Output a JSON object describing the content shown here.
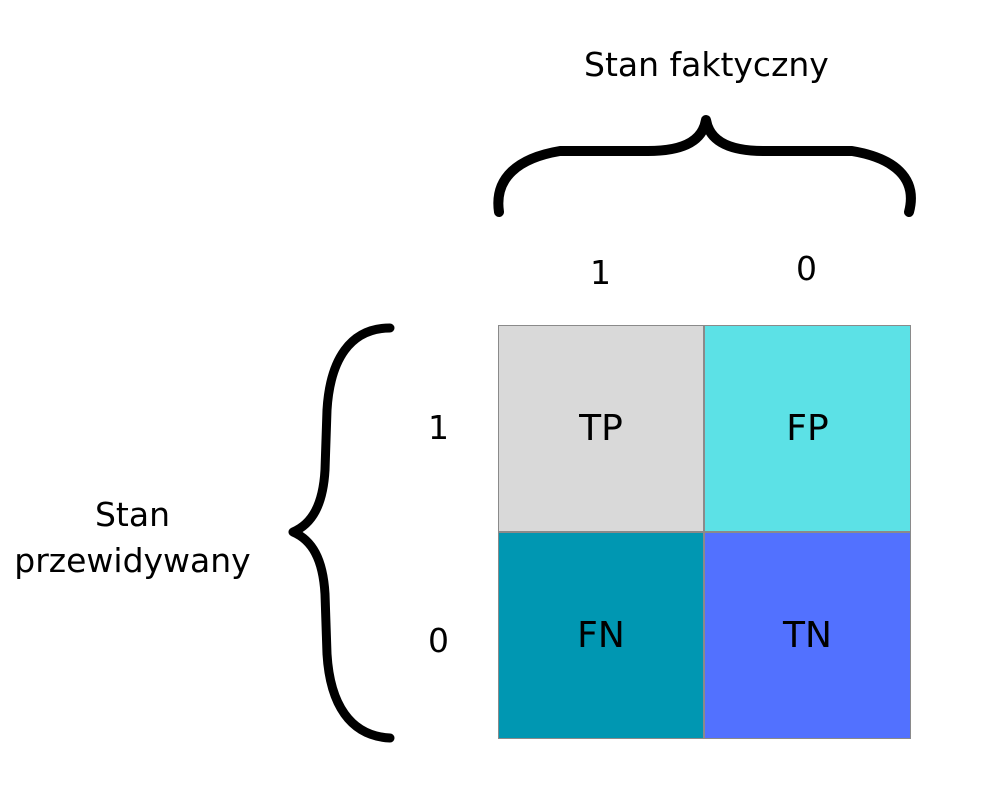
{
  "actual_axis": {
    "title": "Stan faktyczny",
    "classes": [
      "1",
      "0"
    ]
  },
  "predicted_axis": {
    "title_line1": "Stan",
    "title_line2": "przewidywany",
    "classes": [
      "1",
      "0"
    ]
  },
  "matrix": {
    "cells": [
      {
        "label": "TP",
        "color": "#d9d9d9"
      },
      {
        "label": "FP",
        "color": "#5ce1e6"
      },
      {
        "label": "FN",
        "color": "#0097b2"
      },
      {
        "label": "TN",
        "color": "#5271ff"
      }
    ]
  }
}
